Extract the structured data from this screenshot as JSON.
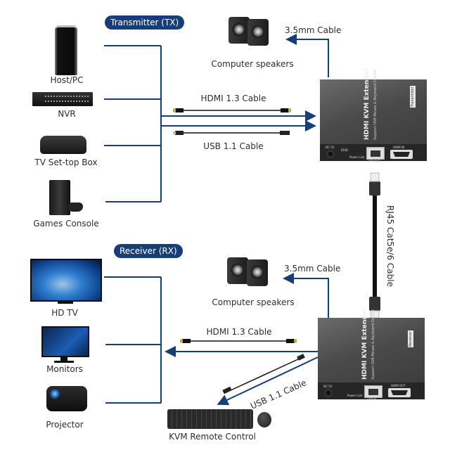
{
  "sections": {
    "transmitter": "Transmitter (TX)",
    "receiver": "Receiver (RX)"
  },
  "tx_sources": [
    {
      "label": "Host/PC",
      "icon": "desktop-tower-icon"
    },
    {
      "label": "NVR",
      "icon": "nvr-recorder-icon"
    },
    {
      "label": "TV Set-top Box",
      "icon": "set-top-box-icon"
    },
    {
      "label": "Games Console",
      "icon": "game-console-icon"
    }
  ],
  "rx_displays": [
    {
      "label": "HD TV",
      "icon": "tv-icon"
    },
    {
      "label": "Monitors",
      "icon": "monitor-icon"
    },
    {
      "label": "Projector",
      "icon": "projector-icon"
    }
  ],
  "tx_cables": {
    "hdmi": "HDMI 1.3 Cable",
    "usb": "USB 1.1 Cable",
    "audio": "3.5mm Cable",
    "speakers": "Computer speakers"
  },
  "rx_cables": {
    "hdmi": "HDMI 1.3 Cable",
    "usb": "USB 1.1 Cable",
    "audio": "3.5mm Cable",
    "speakers": "Computer speakers",
    "kvm": "KVM Remote Control"
  },
  "link_cable": "RJ45 Cat5e/6 Cable",
  "tx_unit": {
    "title": "HDMI KVM Extender",
    "subtitle": "Support USB Mouse & Keyboard Control",
    "tag": "Transmitter",
    "ports": {
      "dc": "DC 5V",
      "edid": "EDID",
      "led": "Power Link",
      "rj45": "UTP OUT",
      "hdmi": "HDMI IN"
    }
  },
  "rx_unit": {
    "title": "HDMI KVM Extender",
    "subtitle": "Support USB Mouse & Keyboard Control",
    "tag": "Receiver",
    "ports": {
      "dc": "DC 5V",
      "led": "Power Link",
      "rj45": "UTP IN",
      "hdmi": "HDMI OUT"
    }
  },
  "colors": {
    "line": "#163e78",
    "pill": "#163e78",
    "device_grey": "#4a4a4a"
  }
}
